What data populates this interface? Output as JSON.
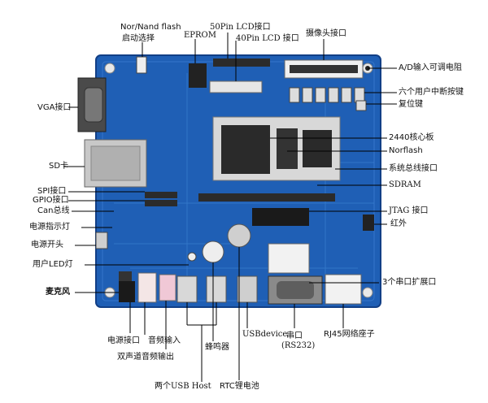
{
  "labels": {
    "nor_nand_flash": "Nor/Nand flash",
    "boot_select": "启动选择",
    "eprom": "EPROM",
    "lcd50": "50Pin LCD接口",
    "lcd40": "40Pin LCD 接口",
    "camera": "摄像头接口",
    "adc": "A/D输入可调电阻",
    "user_keys": "六个用户中断按键",
    "reset": "复位键",
    "vga": "VGA接口",
    "core2440": "2440核心板",
    "norflash": "Norflash",
    "sysbus": "系统总线接口",
    "sd": "SD卡",
    "spi": "SPI接口",
    "gpio": "GPIO接口",
    "can": "Can总线",
    "sdram": "SDRAM",
    "jtag": "JTAG 接口",
    "power_led": "电源指示灯",
    "ir": "红外",
    "power_switch": "电源开头",
    "user_led": "用户LED灯",
    "mic": "麦克风",
    "uart_ext": "3个串口扩展口",
    "power_jack": "电源接口",
    "audio_in": "音频输入",
    "stereo_out": "双声道音频输出",
    "usb_host": "两个USB Host",
    "buzzer": "蜂鸣器",
    "rtc": "RTC锂电池",
    "usb_device": "USBdevice",
    "serial": "串口",
    "rs232": "(RS232)",
    "rj45": "RJ45网络座子"
  },
  "colors": {
    "pcb": "#1f5fb5",
    "pcb_light": "#3f86d6",
    "pcb_dark": "#123f86",
    "core_board": "#d8d8d8"
  }
}
